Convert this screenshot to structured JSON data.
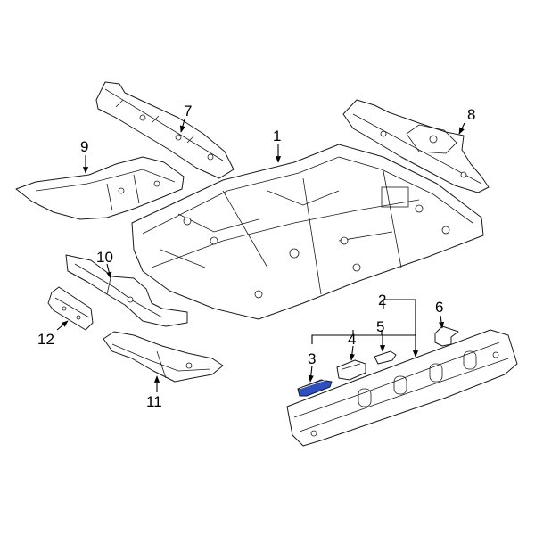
{
  "callouts": {
    "c1": "1",
    "c2": "2",
    "c3": "3",
    "c4": "4",
    "c5": "5",
    "c6": "6",
    "c7": "7",
    "c8": "8",
    "c9": "9",
    "c10": "10",
    "c11": "11",
    "c12": "12"
  },
  "colors": {
    "highlight": "#2f4fbf",
    "line": "#1a1a1a"
  }
}
